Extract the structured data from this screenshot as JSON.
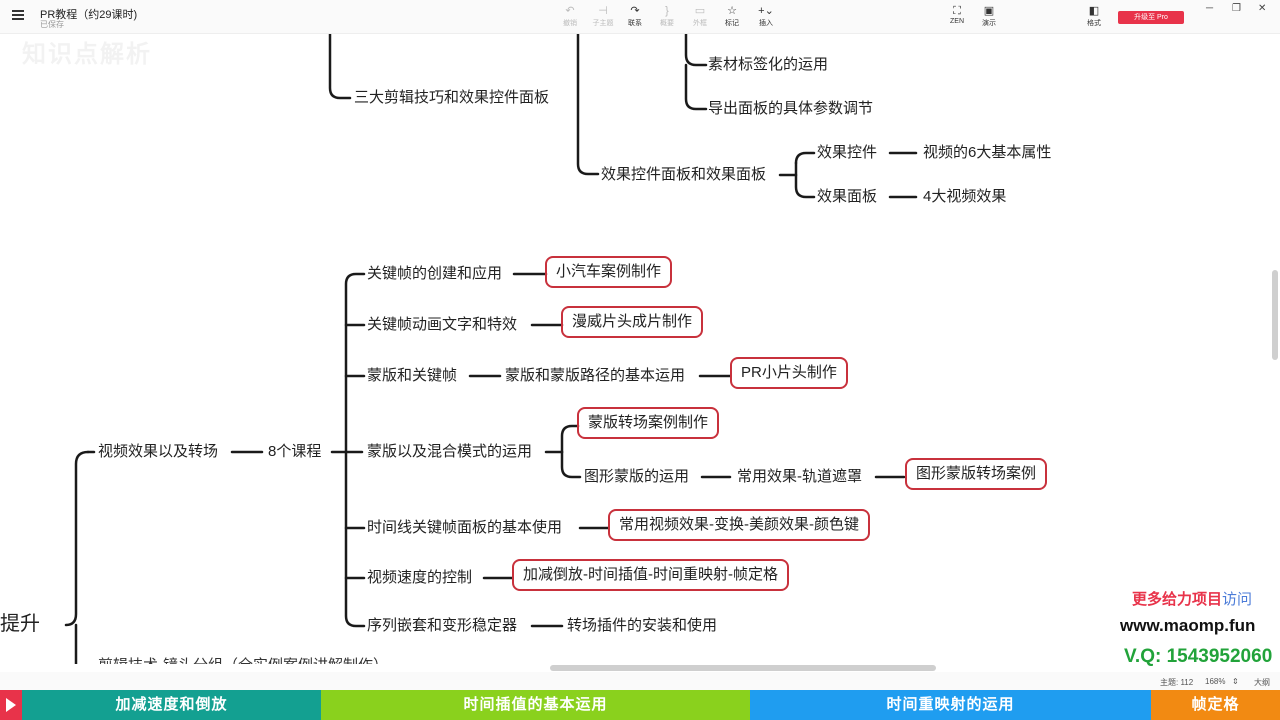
{
  "header": {
    "title": "PR教程（约29课时)",
    "subtitle": "已保存",
    "tools": [
      {
        "label": "撤销",
        "icon": "undo-icon"
      },
      {
        "label": "子主题",
        "icon": "subtopic-icon"
      },
      {
        "label": "联系",
        "icon": "relation-icon"
      },
      {
        "label": "概要",
        "icon": "summary-icon"
      },
      {
        "label": "外框",
        "icon": "boundary-icon"
      },
      {
        "label": "标记",
        "icon": "marker-icon"
      },
      {
        "label": "插入",
        "icon": "insert-icon"
      }
    ],
    "zen_label": "ZEN",
    "present_label": "演示",
    "format_label": "格式",
    "pro_label": "升级至 Pro"
  },
  "mindmap": {
    "upper": {
      "partial_top_label": "知识点解析",
      "topic1": "三大剪辑技巧和效果控件面板",
      "topic1_children": [
        "素材标签化的运用",
        "导出面板的具体参数调节"
      ],
      "topic2": "效果控件面板和效果面板",
      "topic2_children": [
        {
          "label": "效果控件",
          "child": "视频的6大基本属性"
        },
        {
          "label": "效果面板",
          "child": "4大视频效果"
        }
      ]
    },
    "root_partial": "提升",
    "branch": "视频效果以及转场",
    "branch_count": "8个课程",
    "courses": [
      {
        "label": "关键帧的创建和应用",
        "case": "小汽车案例制作"
      },
      {
        "label": "关键帧动画文字和特效",
        "case": "漫威片头成片制作"
      },
      {
        "label": "蒙版和关键帧",
        "middle": "蒙版和蒙版路径的基本运用",
        "case": "PR小片头制作"
      },
      {
        "label": "蒙版以及混合模式的运用",
        "case": "蒙版转场案例制作",
        "sub": "图形蒙版的运用",
        "sub_middle": "常用效果-轨道遮罩",
        "sub_case": "图形蒙版转场案例"
      },
      {
        "label": "时间线关键帧面板的基本使用",
        "case": "常用视频效果-变换-美颜效果-颜色键"
      },
      {
        "label": "视频速度的控制",
        "case": "加减倒放-时间插值-时间重映射-帧定格"
      },
      {
        "label": "序列嵌套和变形稳定器",
        "case": "转场插件的安装和使用"
      }
    ],
    "bottom_partial": "剪辑技术-镜头分组（全实例案例讲解制作）"
  },
  "status": {
    "topics": "主题: 112",
    "zoom": "168%",
    "outline": "大纲"
  },
  "watermark": {
    "line1_red": "更多给力项目",
    "line1_blue": "访问",
    "line2": "www.maomp.fun",
    "line3": "V.Q: 1543952060"
  },
  "banner": {
    "segments": [
      {
        "label": "加减速度和倒放",
        "color": "#13a091"
      },
      {
        "label": "时间插值的基本运用",
        "color": "#8ad11d"
      },
      {
        "label": "时间重映射的运用",
        "color": "#1f9df0"
      },
      {
        "label": "帧定格",
        "color": "#f28a12"
      }
    ]
  }
}
